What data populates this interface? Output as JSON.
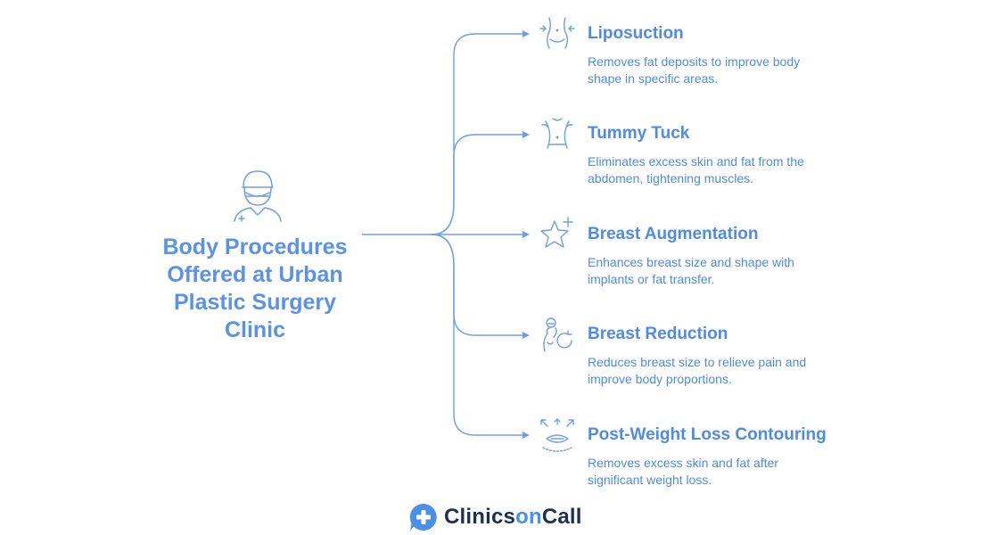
{
  "main_title": {
    "lines": [
      "Body Procedures",
      "Offered at Urban",
      "Plastic Surgery",
      "Clinic"
    ]
  },
  "colors": {
    "accent": "#5a93e6",
    "text": "#4f8be4",
    "connector": "#6d9fe8",
    "logo_dark": "#1e2f57",
    "logo_accent": "#4a90e8"
  },
  "procedures": [
    {
      "icon": "waist-icon",
      "title": "Liposuction",
      "desc_lines": [
        "Removes fat deposits to improve body",
        "shape in specific areas."
      ]
    },
    {
      "icon": "torso-icon",
      "title": "Tummy Tuck",
      "desc_lines": [
        "Eliminates excess skin and fat from the",
        "abdomen, tightening muscles."
      ]
    },
    {
      "icon": "star-plus-icon",
      "title": "Breast Augmentation",
      "desc_lines": [
        "Enhances breast size and shape with",
        "implants or fat transfer."
      ]
    },
    {
      "icon": "figure-reduce-icon",
      "title": "Breast Reduction",
      "desc_lines": [
        "Reduces breast size to relieve pain and",
        "improve body proportions."
      ]
    },
    {
      "icon": "contour-expand-icon",
      "title": "Post-Weight Loss Contouring",
      "desc_lines": [
        "Removes excess skin and fat after",
        "significant weight loss."
      ]
    }
  ],
  "footer": {
    "brand_part1": "Clinics",
    "brand_part2": "on",
    "brand_part3": "Call",
    "logo_icon": "chat-plus-icon"
  }
}
